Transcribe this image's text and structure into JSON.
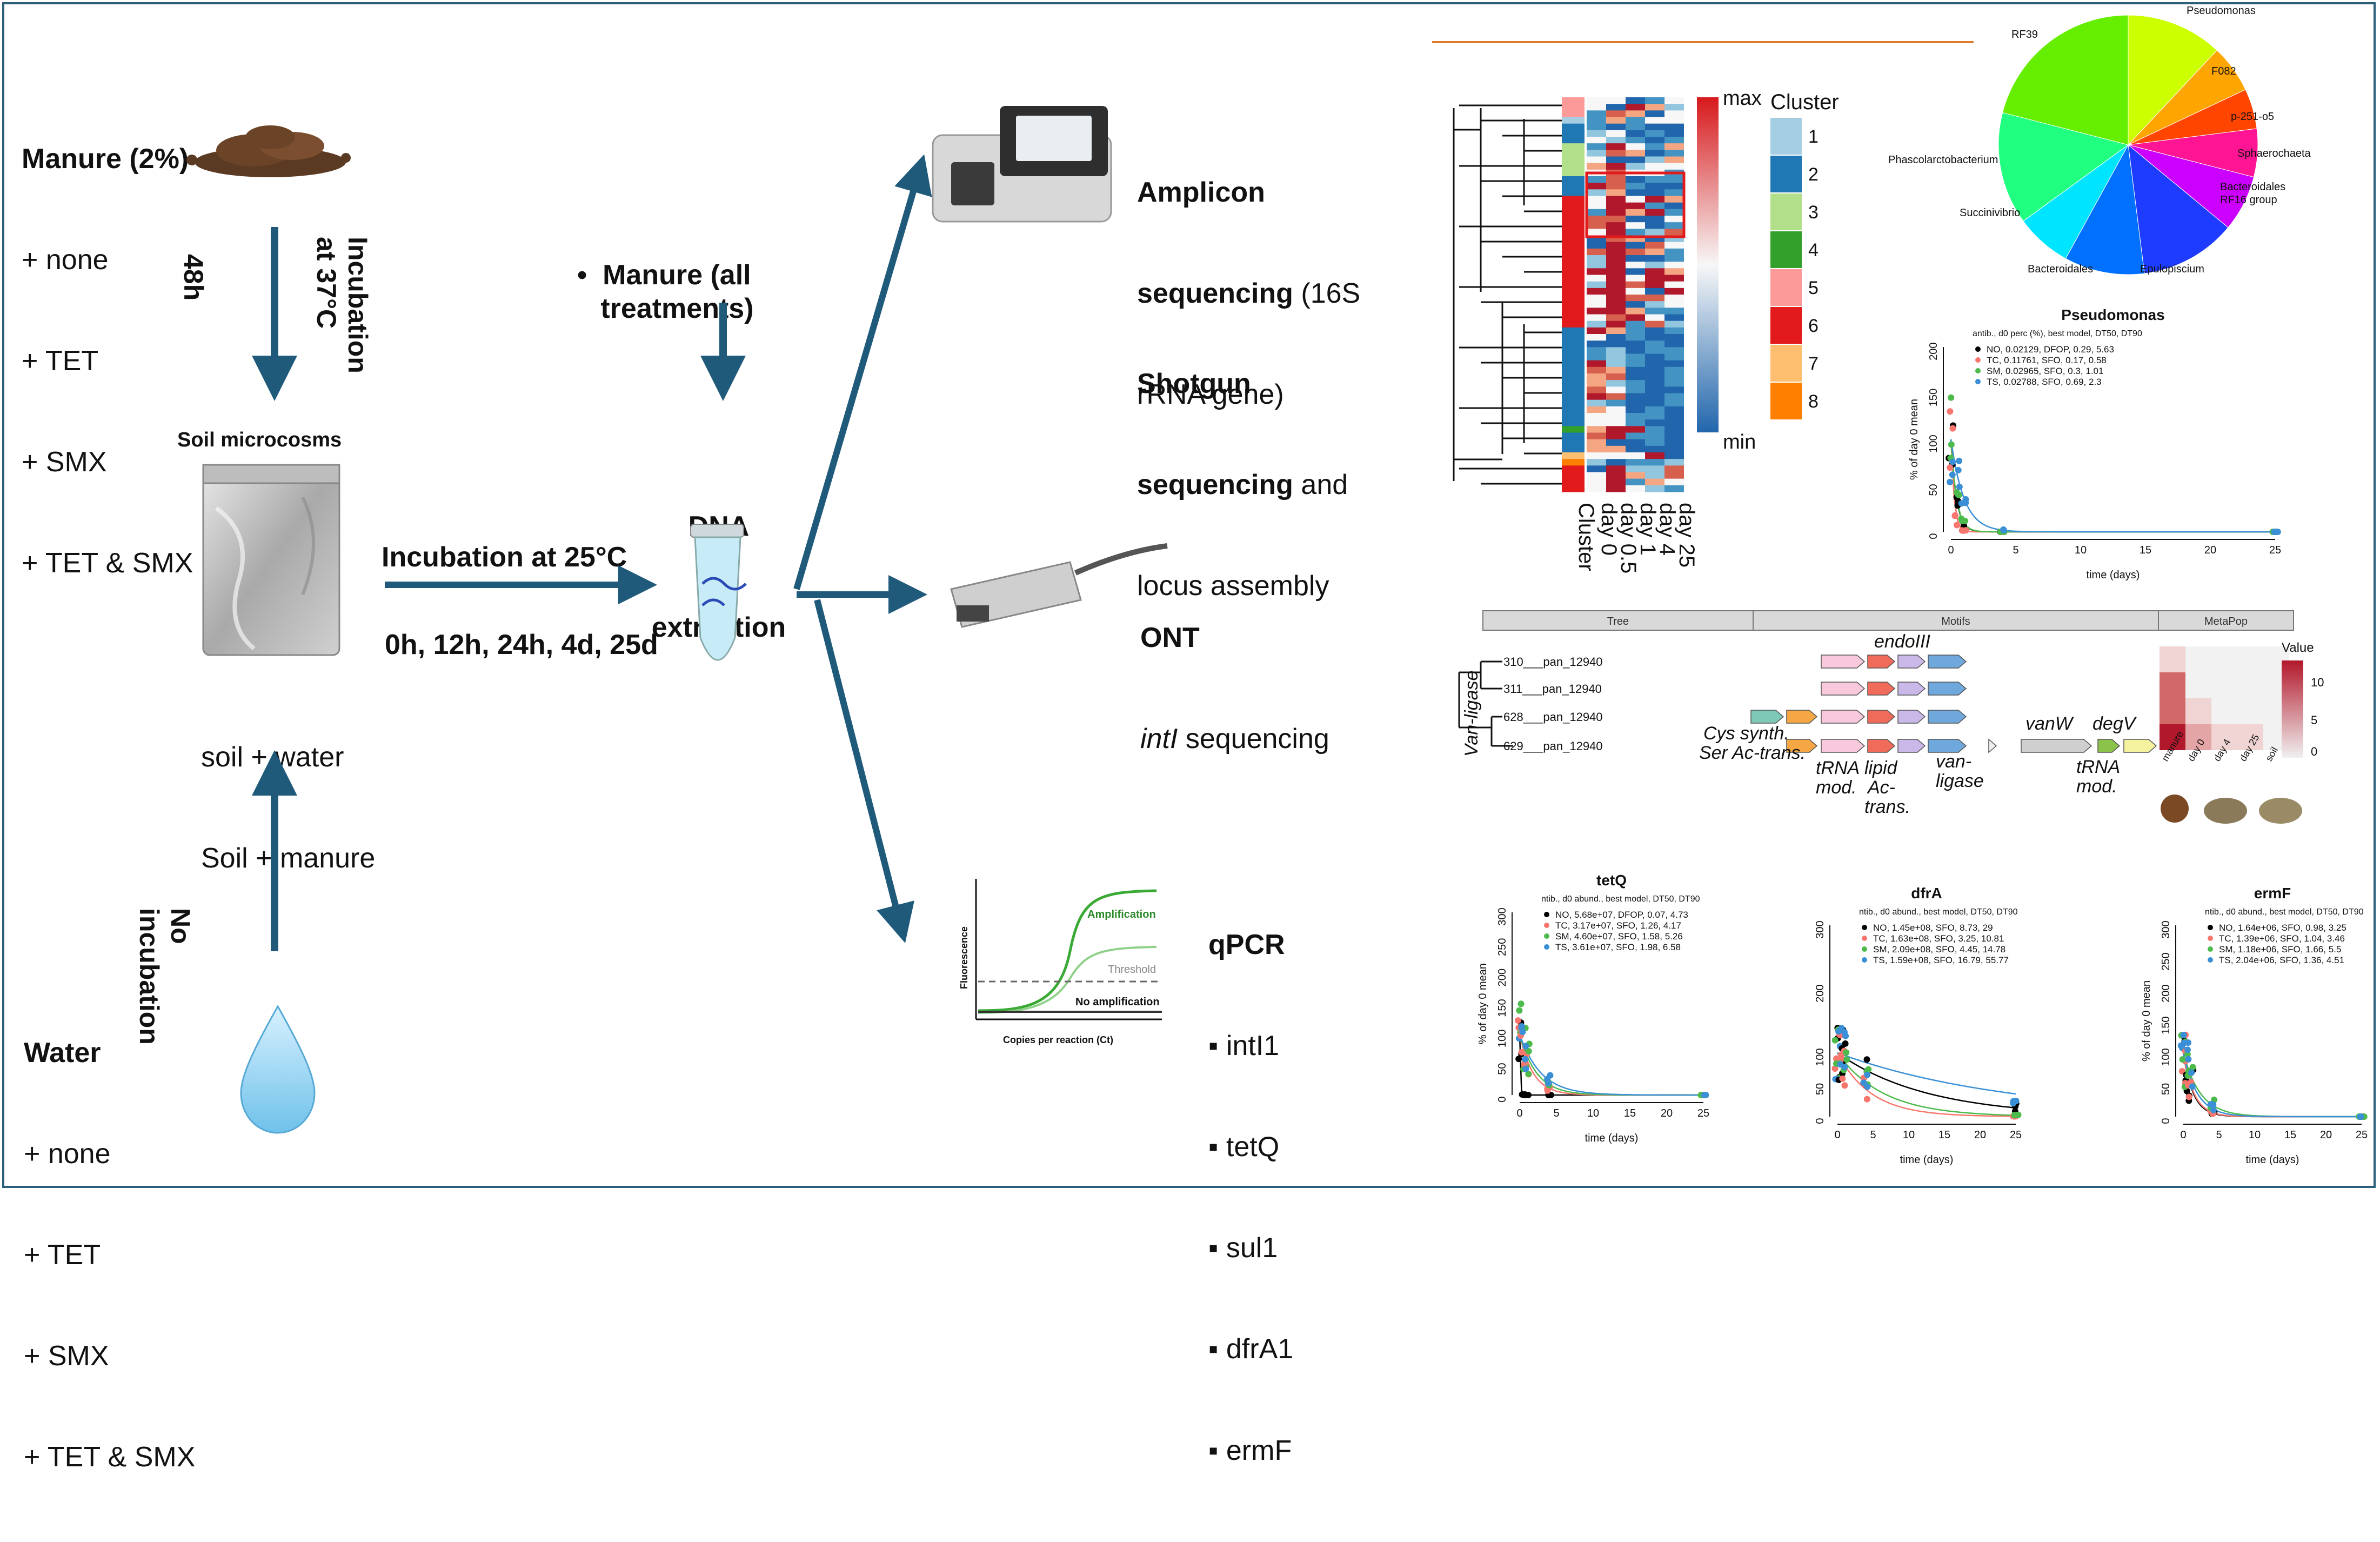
{
  "manure_group": {
    "title": "Manure (2%)",
    "items": [
      "+ none",
      "+ TET",
      "+ SMX",
      "+ TET & SMX"
    ]
  },
  "water_group": {
    "title": "Water",
    "items": [
      "+ none",
      "+ TET",
      "+ SMX",
      "+ TET & SMX"
    ]
  },
  "incubation_48h": "48h",
  "incubation_37": [
    "Incubation",
    "at 37°C"
  ],
  "no_incubation": [
    "No",
    "incubation"
  ],
  "soil_microcosms": "Soil microcosms",
  "soil_types": [
    "soil + water",
    "Soil + manure"
  ],
  "incubation_25": "Incubation at 25°C",
  "timepoints": "0h, 12h, 24h, 4d, 25d",
  "manure_all": [
    "Manure (all",
    "treatments)"
  ],
  "dna_extraction": [
    "DNA",
    "extraction"
  ],
  "amplicon": {
    "bold1": "Amplicon",
    "bold2": "sequencing",
    "rest2": " (16S",
    "line3": "rRNA gene)"
  },
  "shotgun": {
    "bold1": "Shotgun",
    "bold2": "sequencing",
    "rest2": " and",
    "line3": "locus assembly"
  },
  "ont": {
    "line1": "ONT",
    "italic": "intI",
    "rest": " sequencing"
  },
  "qpcr": {
    "title": "qPCR",
    "targets": [
      "intI1",
      "tetQ",
      "sul1",
      "dfrA1",
      "ermF"
    ]
  },
  "qpcr_plot": {
    "ylabel": "Fluorescence",
    "xlabel": "Copies per reaction (Ct)",
    "amplification": "Amplification",
    "threshold": "Threshold",
    "no_amplification": "No amplification"
  },
  "heatmap": {
    "scale_max": "max",
    "scale_min": "min",
    "cluster_title": "Cluster",
    "clusters": [
      "1",
      "2",
      "3",
      "4",
      "5",
      "6",
      "7",
      "8"
    ],
    "cluster_colors": [
      "#a6cee3",
      "#1f78b4",
      "#b2df8a",
      "#33a02c",
      "#fb9a99",
      "#e31a1c",
      "#fdbf6f",
      "#ff7f00"
    ],
    "column_labels": [
      "Cluster",
      "day 0",
      "day 0.5",
      "day 1",
      "day 4",
      "day 25"
    ]
  },
  "pie": {
    "labels": [
      "Pseudomonas",
      "F082",
      "p-251-o5",
      "Sphaerochaeta",
      "Bacteroidales RF16 group",
      "Epulopiscium",
      "Bacteroidales",
      "Succinivibrio",
      "Phascolarctobacterium",
      "RF39"
    ],
    "colors": [
      "#ccff00",
      "#ffa500",
      "#ff4500",
      "#ff1493",
      "#cc00ff",
      "#1e3cff",
      "#0070ff",
      "#00e5ff",
      "#20ff80",
      "#66ee00"
    ],
    "chart_data": {
      "type": "pie",
      "categories": [
        "Pseudomonas",
        "F082",
        "p-251-o5",
        "Sphaerochaeta",
        "Bacteroidales RF16 group",
        "Epulopiscium",
        "Bacteroidales",
        "Succinivibrio",
        "Phascolarctobacterium",
        "RF39"
      ],
      "values": [
        12,
        6,
        5,
        6,
        7,
        12,
        10,
        7,
        14,
        21
      ]
    }
  },
  "gene_panel": {
    "bars": [
      "Tree",
      "Motifs",
      "MetaPop"
    ],
    "side_label": "Van-ligase",
    "leaves": [
      "310___pan_12940",
      "311___pan_12940",
      "628___pan_12940",
      "629___pan_12940"
    ],
    "annotations": [
      "endoIII",
      "Cys synth.",
      "Ser Ac-trans.",
      "tRNA",
      "mod.",
      "lipid",
      "Ac-",
      "trans.",
      "van-",
      "ligase",
      "vanW",
      "degV",
      "tRNA",
      "mod."
    ],
    "heat_columns": [
      "manure",
      "day 0",
      "day 4",
      "day 25",
      "soil"
    ],
    "legend_title": "Value",
    "legend_ticks": [
      "10",
      "5",
      "0"
    ]
  },
  "decay_plots": [
    {
      "title": "Pseudomonas",
      "legend_header": "antib., d0 perc (%), best model, DT50, DT90",
      "entries": [
        "NO, 0.02129, DFOP, 0.29, 5.63",
        "TC, 0.11761, SFO, 0.17, 0.58",
        "SM, 0.02965, SFO, 0.3, 1.01",
        "TS, 0.02788, SFO, 0.69, 2.3"
      ],
      "ylabel": "% of day 0 mean",
      "xlabel": "time (days)",
      "yticks": [
        "0",
        "50",
        "100",
        "150",
        "200"
      ],
      "xticks": [
        "0",
        "5",
        "10",
        "15",
        "20",
        "25"
      ]
    },
    {
      "title": "tetQ",
      "legend_header": "ntib., d0 abund., best model, DT50, DT90",
      "entries": [
        "NO, 5.68e+07, DFOP, 0.07, 4.73",
        "TC, 3.17e+07, SFO, 1.26, 4.17",
        "SM, 4.60e+07, SFO, 1.58, 5.26",
        "TS, 3.61e+07, SFO, 1.98, 6.58"
      ],
      "ylabel": "% of day 0 mean",
      "xlabel": "time (days)",
      "yticks": [
        "0",
        "50",
        "100",
        "150",
        "200",
        "250",
        "300"
      ],
      "xticks": [
        "0",
        "5",
        "10",
        "15",
        "20",
        "25"
      ]
    },
    {
      "title": "dfrA",
      "legend_header": "ntib., d0 abund., best model, DT50, DT90",
      "entries": [
        "NO, 1.45e+08, SFO, 8.73, 29",
        "TC, 1.63e+08, SFO, 3.25, 10.81",
        "SM, 2.09e+08, SFO, 4.45, 14.78",
        "TS, 1.59e+08, SFO, 16.79, 55.77"
      ],
      "ylabel": "",
      "xlabel": "time (days)",
      "yticks": [
        "0",
        "50",
        "100",
        "200",
        "300"
      ],
      "xticks": [
        "0",
        "5",
        "10",
        "15",
        "20",
        "25"
      ]
    },
    {
      "title": "ermF",
      "legend_header": "ntib., d0 abund., best model, DT50, DT90",
      "entries": [
        "NO, 1.64e+06, SFO, 0.98, 3.25",
        "TC, 1.39e+06, SFO, 1.04, 3.46",
        "SM, 1.18e+06, SFO, 1.66, 5.5",
        "TS, 2.04e+06, SFO, 1.36, 4.51"
      ],
      "ylabel": "% of day 0 mean",
      "xlabel": "time (days)",
      "yticks": [
        "0",
        "50",
        "100",
        "150",
        "200",
        "250",
        "300"
      ],
      "xticks": [
        "0",
        "5",
        "10",
        "15",
        "20",
        "25"
      ]
    }
  ],
  "colors": {
    "arrow": "#1f5a7a",
    "frame": "#2c5f7c",
    "orange_rule": "#e07b2a"
  }
}
